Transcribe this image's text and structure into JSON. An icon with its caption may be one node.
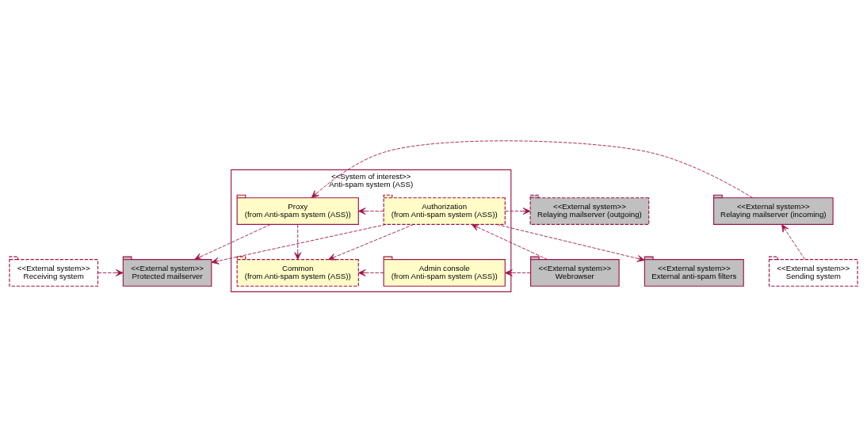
{
  "diagram": {
    "nodes": [
      {
        "text": [
          "<<External system>>",
          "Receiving system"
        ]
      },
      {
        "text": [
          "<<External system>>",
          "Protected mailserver"
        ]
      },
      {
        "text": [
          "<<System of interest>>",
          "Anti-spam system (ASS)"
        ]
      },
      {
        "text": [
          "Proxy",
          "(from Anti-spam system (ASS))"
        ],
        "in": 2
      },
      {
        "text": [
          "Authorization",
          "(from Anti-spam system (ASS))"
        ],
        "in": 2
      },
      {
        "text": [
          "Common",
          "(from Anti-spam system (ASS))"
        ],
        "in": 2
      },
      {
        "text": [
          "Admin console",
          "(from Anti-spam system (ASS))"
        ],
        "in": 2
      },
      {
        "text": [
          "<<External system>>",
          "External anti-spam filters"
        ]
      },
      {
        "text": [
          "<<External system>>",
          "Relaying mailserver (incoming)"
        ]
      },
      {
        "text": [
          "<<External system>>",
          "Relaying mailserver (outgoing)"
        ]
      },
      {
        "text": [
          "<<External system>>",
          "Sending system"
        ]
      },
      {
        "text": [
          "<<External system>>",
          "Webrowser"
        ]
      }
    ],
    "edges": [
      {
        "from": 0,
        "to": 1,
        "arrow": "to",
        "style": "dashed"
      },
      {
        "from": 3,
        "to": 1,
        "arrow": "to",
        "style": "dashed"
      },
      {
        "from": 4,
        "to": 1,
        "arrow": "to",
        "style": "dashed"
      },
      {
        "from": 4,
        "to": 7,
        "arrow": "to",
        "style": "dashed"
      },
      {
        "from": 8,
        "to": 3,
        "arrow": "to",
        "style": "dashed"
      },
      {
        "from": 4,
        "to": 3,
        "arrow": "to",
        "style": "dashed"
      },
      {
        "from": 4,
        "to": 9,
        "arrow": "to",
        "style": "dashed"
      },
      {
        "from": 10,
        "to": 8,
        "arrow": "to",
        "style": "dashed"
      },
      {
        "from": 3,
        "to": 5,
        "arrow": "to",
        "style": "dashed"
      },
      {
        "from": 4,
        "to": 5,
        "arrow": "to",
        "style": "dashed"
      },
      {
        "from": 6,
        "to": 5,
        "arrow": "to",
        "style": "dashed"
      },
      {
        "from": 11,
        "to": 4,
        "arrow": "to",
        "style": "dashed"
      },
      {
        "from": 11,
        "to": 6,
        "arrow": "to",
        "style": "dashed"
      }
    ]
  }
}
